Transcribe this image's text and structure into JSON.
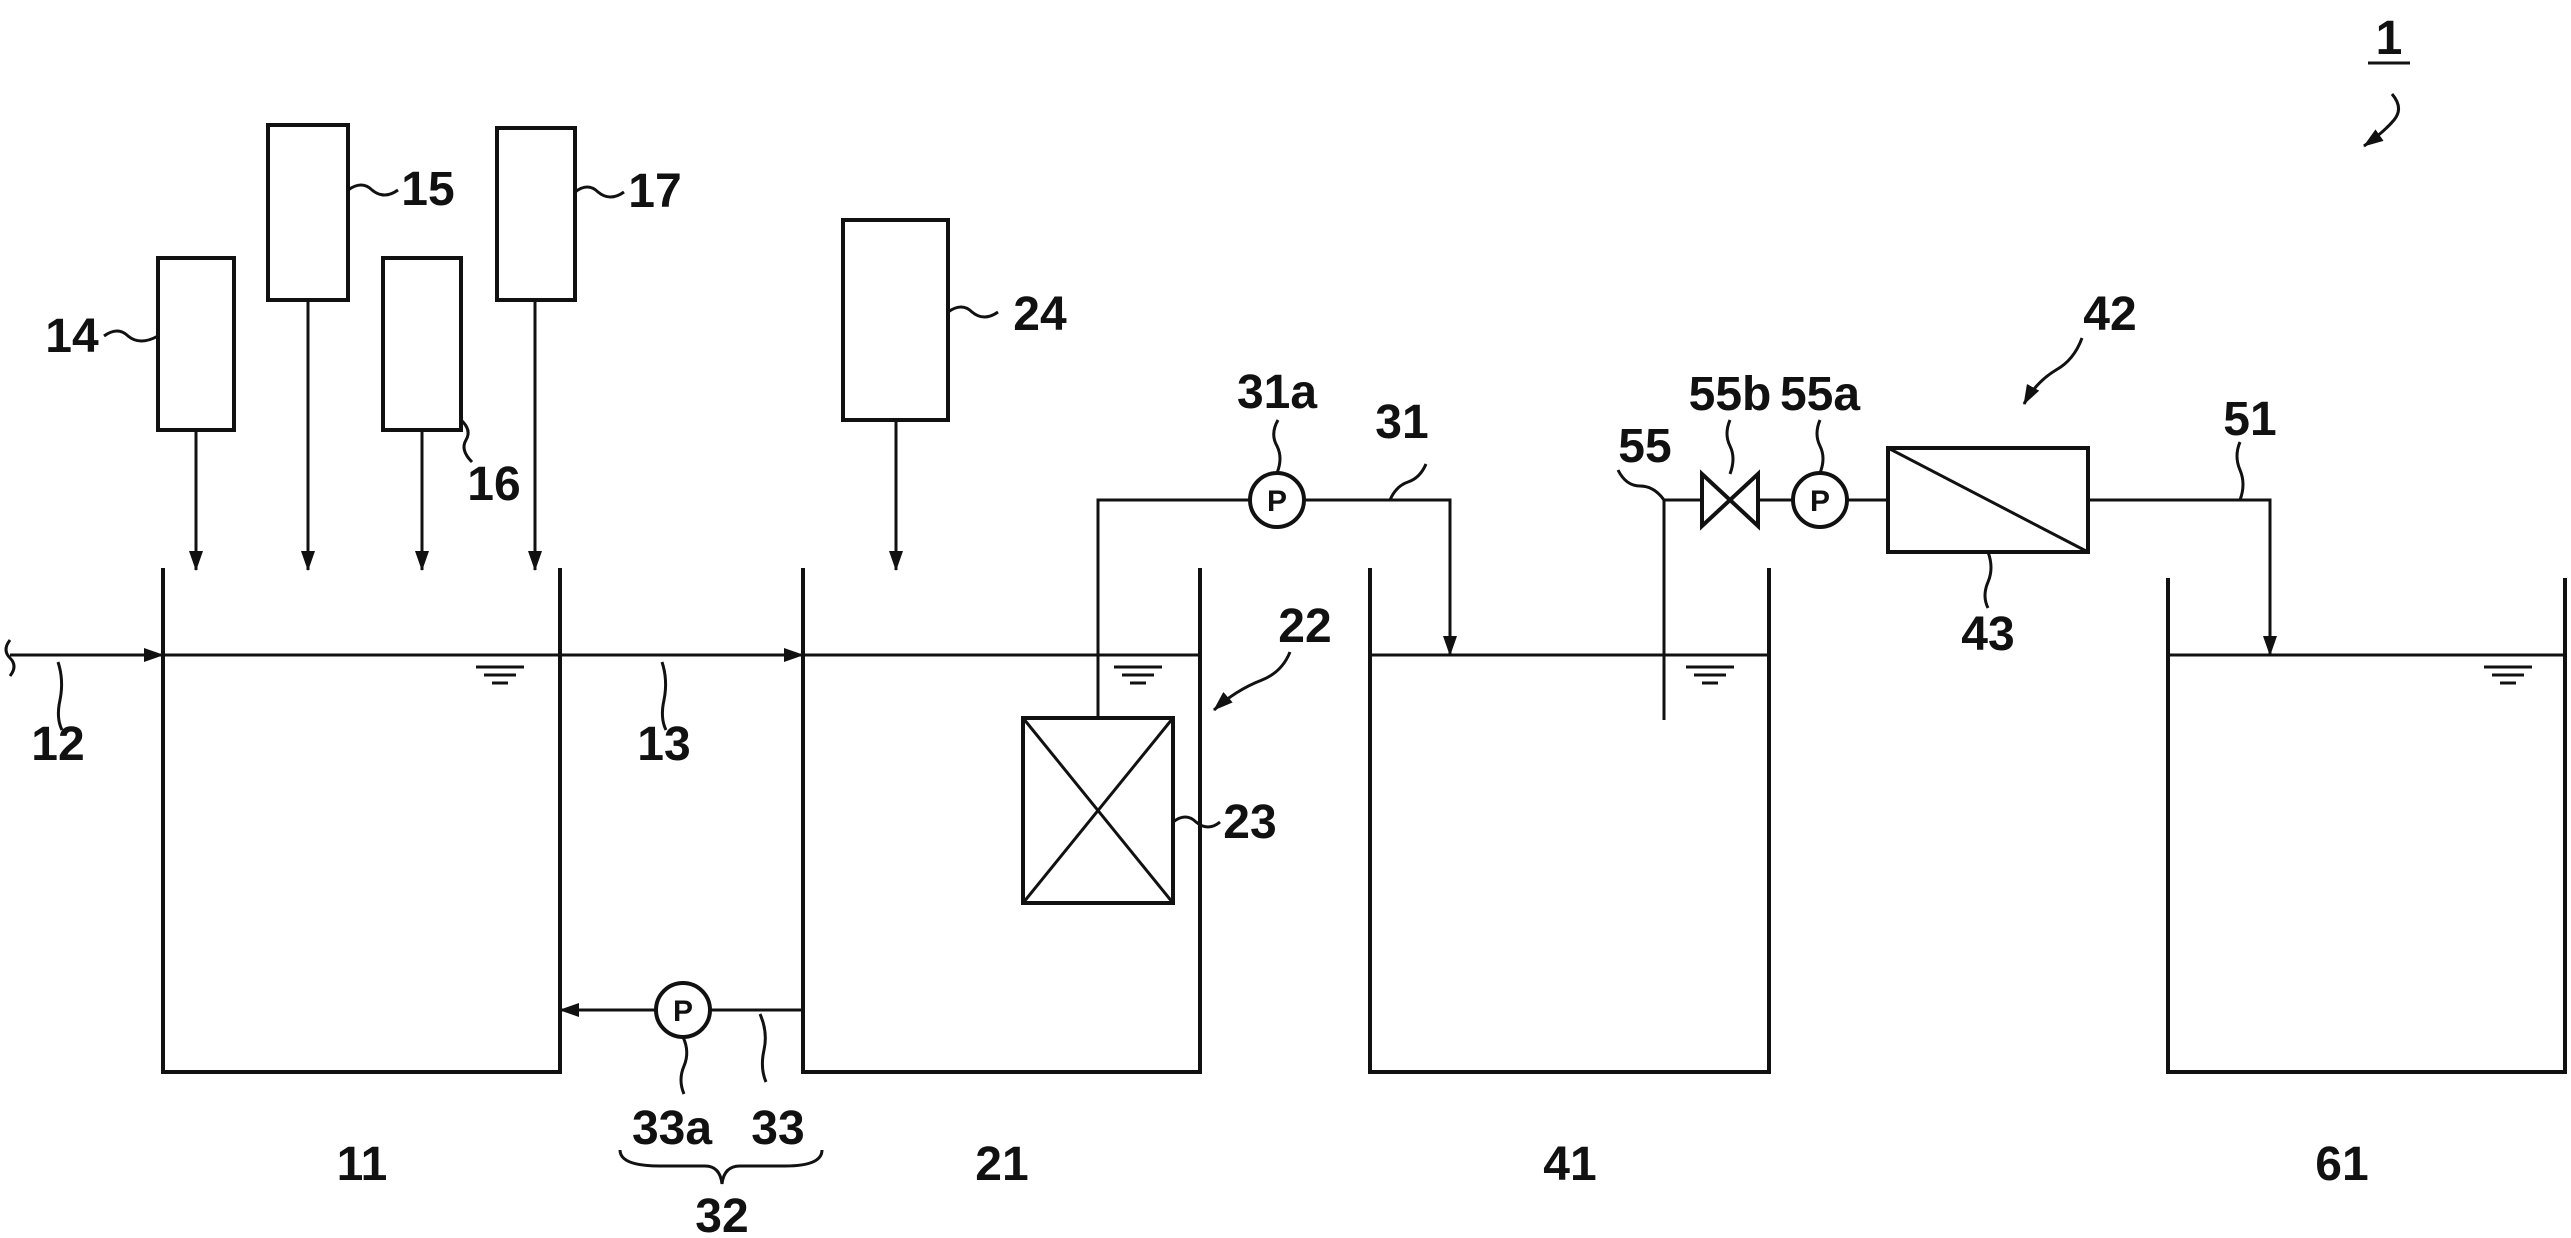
{
  "labels": {
    "system": "1",
    "tank_11": "11",
    "pipe_12": "12",
    "pipe_13": "13",
    "unit_14": "14",
    "unit_15": "15",
    "unit_16": "16",
    "unit_17": "17",
    "tank_21": "21",
    "unit_22": "22",
    "unit_23": "23",
    "unit_24": "24",
    "pipe_31": "31",
    "pump_31a": "31a",
    "group_32": "32",
    "pipe_33": "33",
    "pump_33a": "33a",
    "tank_41": "41",
    "unit_42": "42",
    "unit_43": "43",
    "pipe_51": "51",
    "pipe_55": "55",
    "pump_55a": "55a",
    "valve_55b": "55b",
    "tank_61": "61"
  },
  "pump_symbol": "P"
}
